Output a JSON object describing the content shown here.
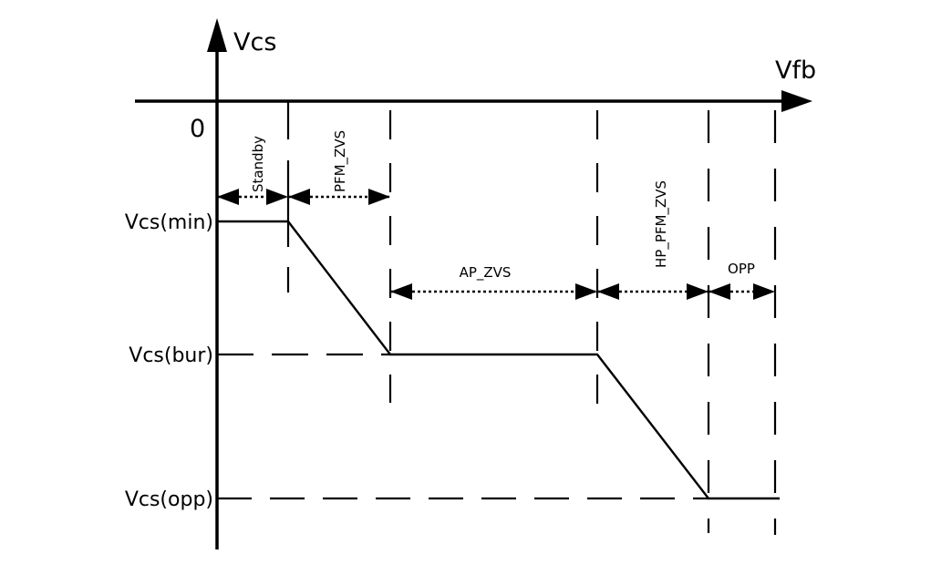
{
  "diagram": {
    "type": "piecewise-linear-transfer-characteristic",
    "x_axis": {
      "label": "Vfb",
      "origin_label": "0"
    },
    "y_axis": {
      "label": "Vcs"
    },
    "levels": [
      {
        "id": "min",
        "label": "Vcs(min)"
      },
      {
        "id": "bur",
        "label": "Vcs(bur)"
      },
      {
        "id": "opp",
        "label": "Vcs(opp)"
      }
    ],
    "modes": [
      {
        "id": "standby",
        "label": "Standby",
        "orientation": "vertical",
        "row": 1
      },
      {
        "id": "pfm_zvs",
        "label": "PFM_ZVS",
        "orientation": "vertical",
        "row": 1
      },
      {
        "id": "ap_zvs",
        "label": "AP_ZVS",
        "orientation": "horizontal",
        "row": 2
      },
      {
        "id": "hp_pfm_zvs",
        "label": "HP_PFM_ZVS",
        "orientation": "vertical",
        "row": 2
      },
      {
        "id": "opp",
        "label": "OPP",
        "orientation": "horizontal",
        "row": 2
      }
    ],
    "curve": {
      "description": "Vcs vs Vfb: flat at Vcs(min) through Standby, ramps down through PFM_ZVS to Vcs(bur), flat through AP_ZVS, ramps down through HP_PFM_ZVS to Vcs(opp), flat through OPP",
      "segments": [
        {
          "mode": "standby",
          "from_level": "min",
          "to_level": "min"
        },
        {
          "mode": "pfm_zvs",
          "from_level": "min",
          "to_level": "bur"
        },
        {
          "mode": "ap_zvs",
          "from_level": "bur",
          "to_level": "bur"
        },
        {
          "mode": "hp_pfm_zvs",
          "from_level": "bur",
          "to_level": "opp"
        },
        {
          "mode": "opp",
          "from_level": "opp",
          "to_level": "opp"
        }
      ]
    },
    "colors": {
      "line": "#000000",
      "background": "#ffffff"
    }
  }
}
